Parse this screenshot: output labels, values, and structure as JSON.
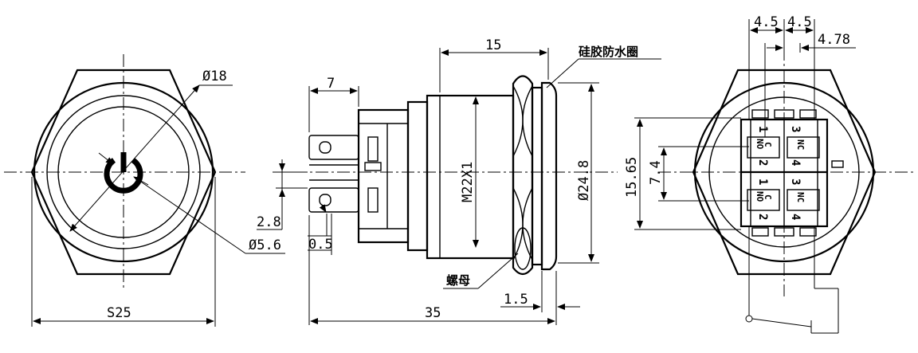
{
  "front_view": {
    "d_outer": "Ø18",
    "d_symbol": "Ø5.6",
    "hex_size": "S25"
  },
  "side_view": {
    "terminal_length": "7",
    "body_length": "15",
    "thread": "M22X1",
    "flange_dia": "Ø24.8",
    "terminal_pitch": "2.8",
    "terminal_thickness": "0.5",
    "total_length": "35",
    "gasket_thickness": "1.5",
    "label_gasket": "硅胶防水圈",
    "label_nut": "螺母"
  },
  "rear_view": {
    "pin_spacing_left": "4.5",
    "pin_spacing_right": "4.5",
    "offset": "4.78",
    "height_outer": "15.65",
    "height_inner": "7.4",
    "contacts": {
      "upper_left_top": "1",
      "upper_left_mid_a": "NO",
      "upper_left_mid_b": "C",
      "upper_left_bot": "2",
      "upper_right_top": "3",
      "upper_right_mid": "NC",
      "upper_right_bot": "4",
      "lower_left_top": "1",
      "lower_left_mid_a": "NO",
      "lower_left_mid_b": "C",
      "lower_left_bot": "2",
      "lower_right_top": "3",
      "lower_right_mid": "NC",
      "lower_right_bot": "4"
    }
  }
}
